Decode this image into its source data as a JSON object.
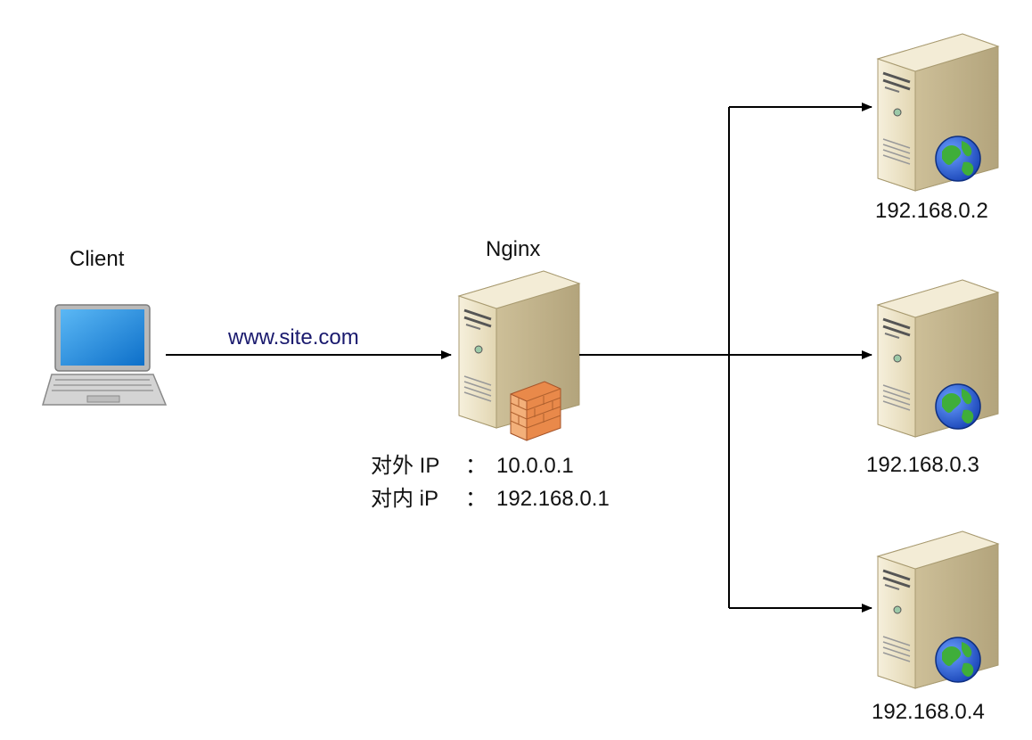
{
  "client": {
    "label": "Client",
    "icon": "laptop-icon"
  },
  "request": {
    "url": "www.site.com",
    "color": "#1a1a6e"
  },
  "proxy": {
    "label": "Nginx",
    "icon": "server-firewall-icon",
    "external_ip": {
      "key": "对外 IP",
      "sep": "：",
      "value": "10.0.0.1"
    },
    "internal_ip": {
      "key": "对内 iP",
      "sep": "：",
      "value": "192.168.0.1"
    }
  },
  "backends": [
    {
      "ip": "192.168.0.2",
      "icon": "web-server-icon"
    },
    {
      "ip": "192.168.0.3",
      "icon": "web-server-icon"
    },
    {
      "ip": "192.168.0.4",
      "icon": "web-server-icon"
    }
  ],
  "colors": {
    "server_body": "#ede4c8",
    "server_side": "#c9bb94",
    "globe_ocean": "#2a5fd6",
    "globe_land": "#3fae3a",
    "firewall": "#e9894a",
    "laptop_screen": "#1f8fe0",
    "arrow": "#000000"
  }
}
